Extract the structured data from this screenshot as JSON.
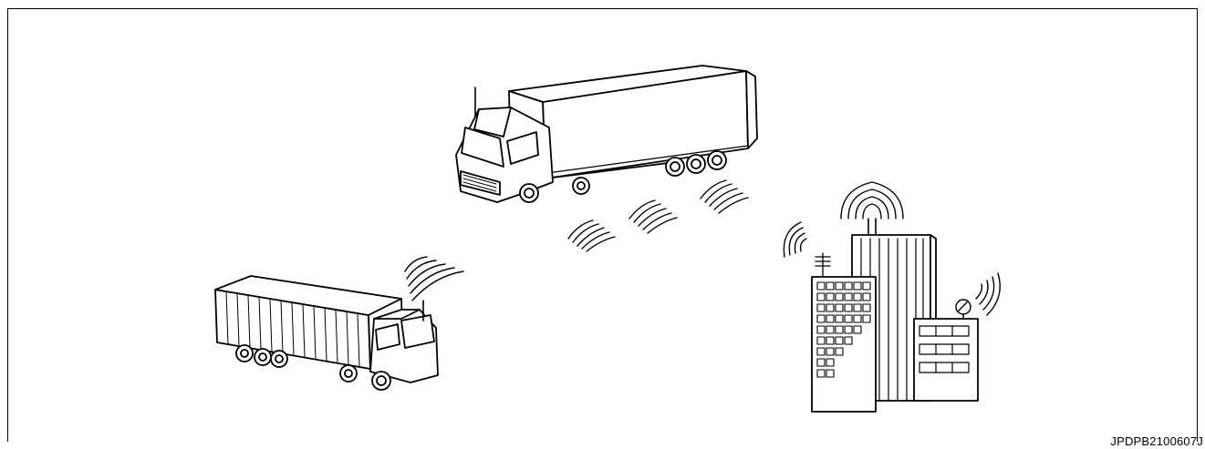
{
  "figure": {
    "code": "JPDPB2100607J",
    "frame_color": "#000000",
    "line_color": "#000000",
    "background": "#ffffff",
    "illustration": {
      "elements": [
        "truck-top",
        "truck-bottom",
        "city-buildings",
        "signal-waves"
      ]
    }
  }
}
